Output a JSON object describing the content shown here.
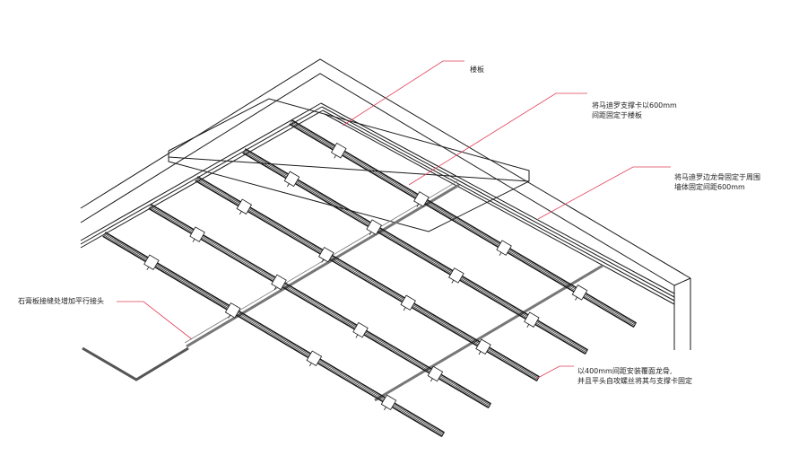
{
  "colors": {
    "line": "#1a1a1a",
    "leader": "#e0405a",
    "secondary_keel": "#777777",
    "background": "#ffffff"
  },
  "annotations": {
    "slab": {
      "text": "楼板"
    },
    "clip": {
      "line1": "将马迪罗支撑卡以600mm",
      "line2": "间距固定于楼板"
    },
    "edge_keel": {
      "line1": "将马迪罗边龙骨固定于周围",
      "line2": "墙体固定间距600mm"
    },
    "joint": {
      "text": "石膏板接缝处增加平行接头"
    },
    "keel_spacing": {
      "line1": "以400mm间距安装覆面龙骨,",
      "line2": "并且平头自攻螺丝将其与支撑卡固定"
    }
  }
}
